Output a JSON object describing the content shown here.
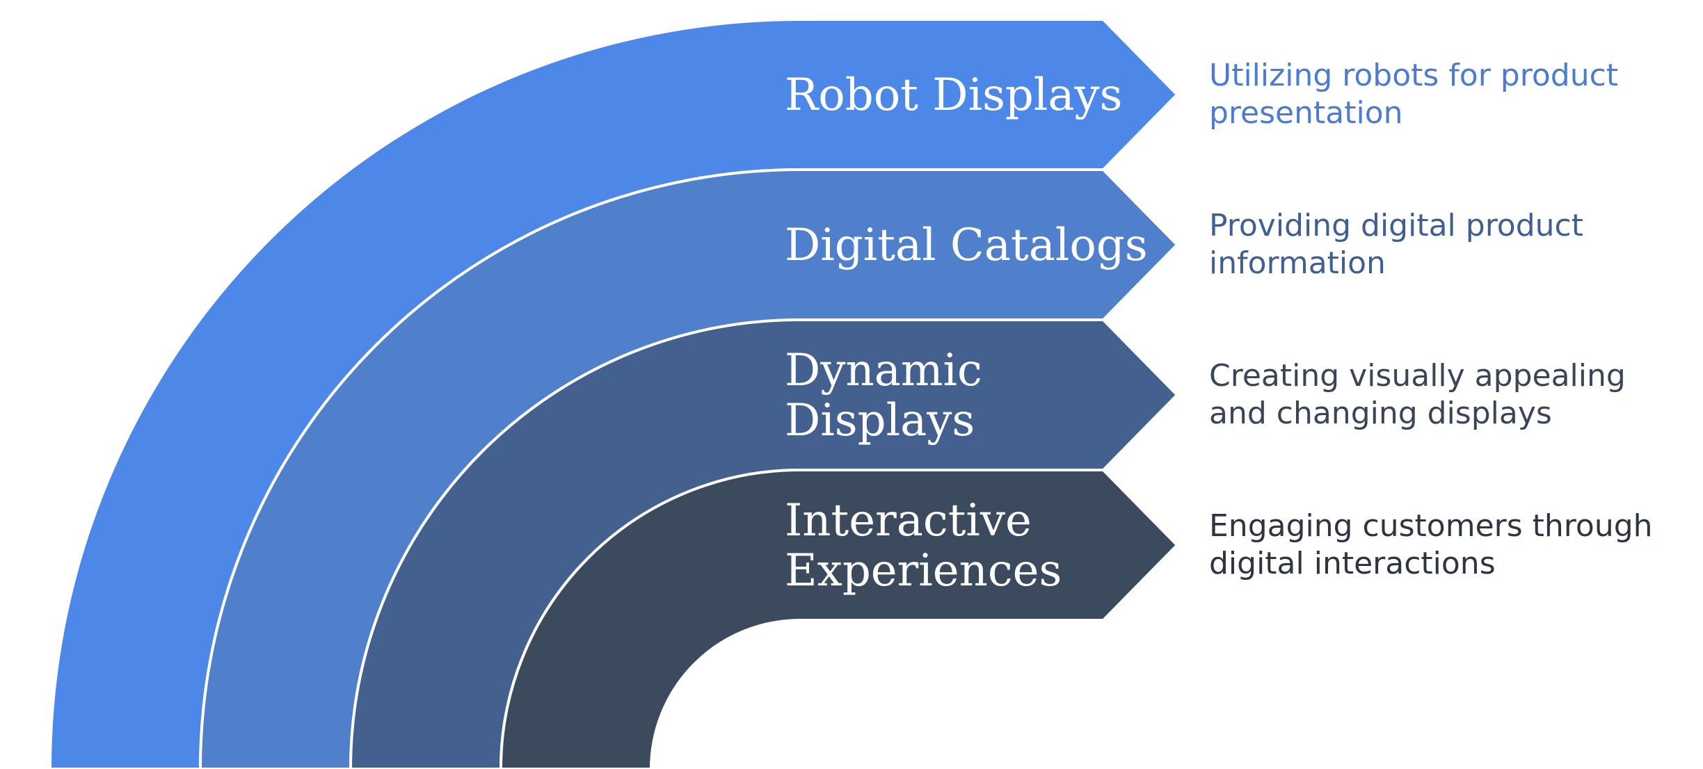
{
  "diagram": {
    "layers": [
      {
        "title_lines": [
          "Robot Displays"
        ],
        "description": "Utilizing robots for product presentation",
        "color": "#4d88e8",
        "text_color": "#4d7bd2"
      },
      {
        "title_lines": [
          "Digital Catalogs"
        ],
        "description": "Providing digital product information",
        "color": "#5080cc",
        "text_color": "#3f5e92"
      },
      {
        "title_lines": [
          "Dynamic",
          "Displays"
        ],
        "description": "Creating visually appealing and changing displays",
        "color": "#43608f",
        "text_color": "#3a4657"
      },
      {
        "title_lines": [
          "Interactive",
          "Experiences"
        ],
        "description": "Engaging customers through digital interactions",
        "color": "#3c4a5e",
        "text_color": "#2f3540"
      }
    ]
  }
}
